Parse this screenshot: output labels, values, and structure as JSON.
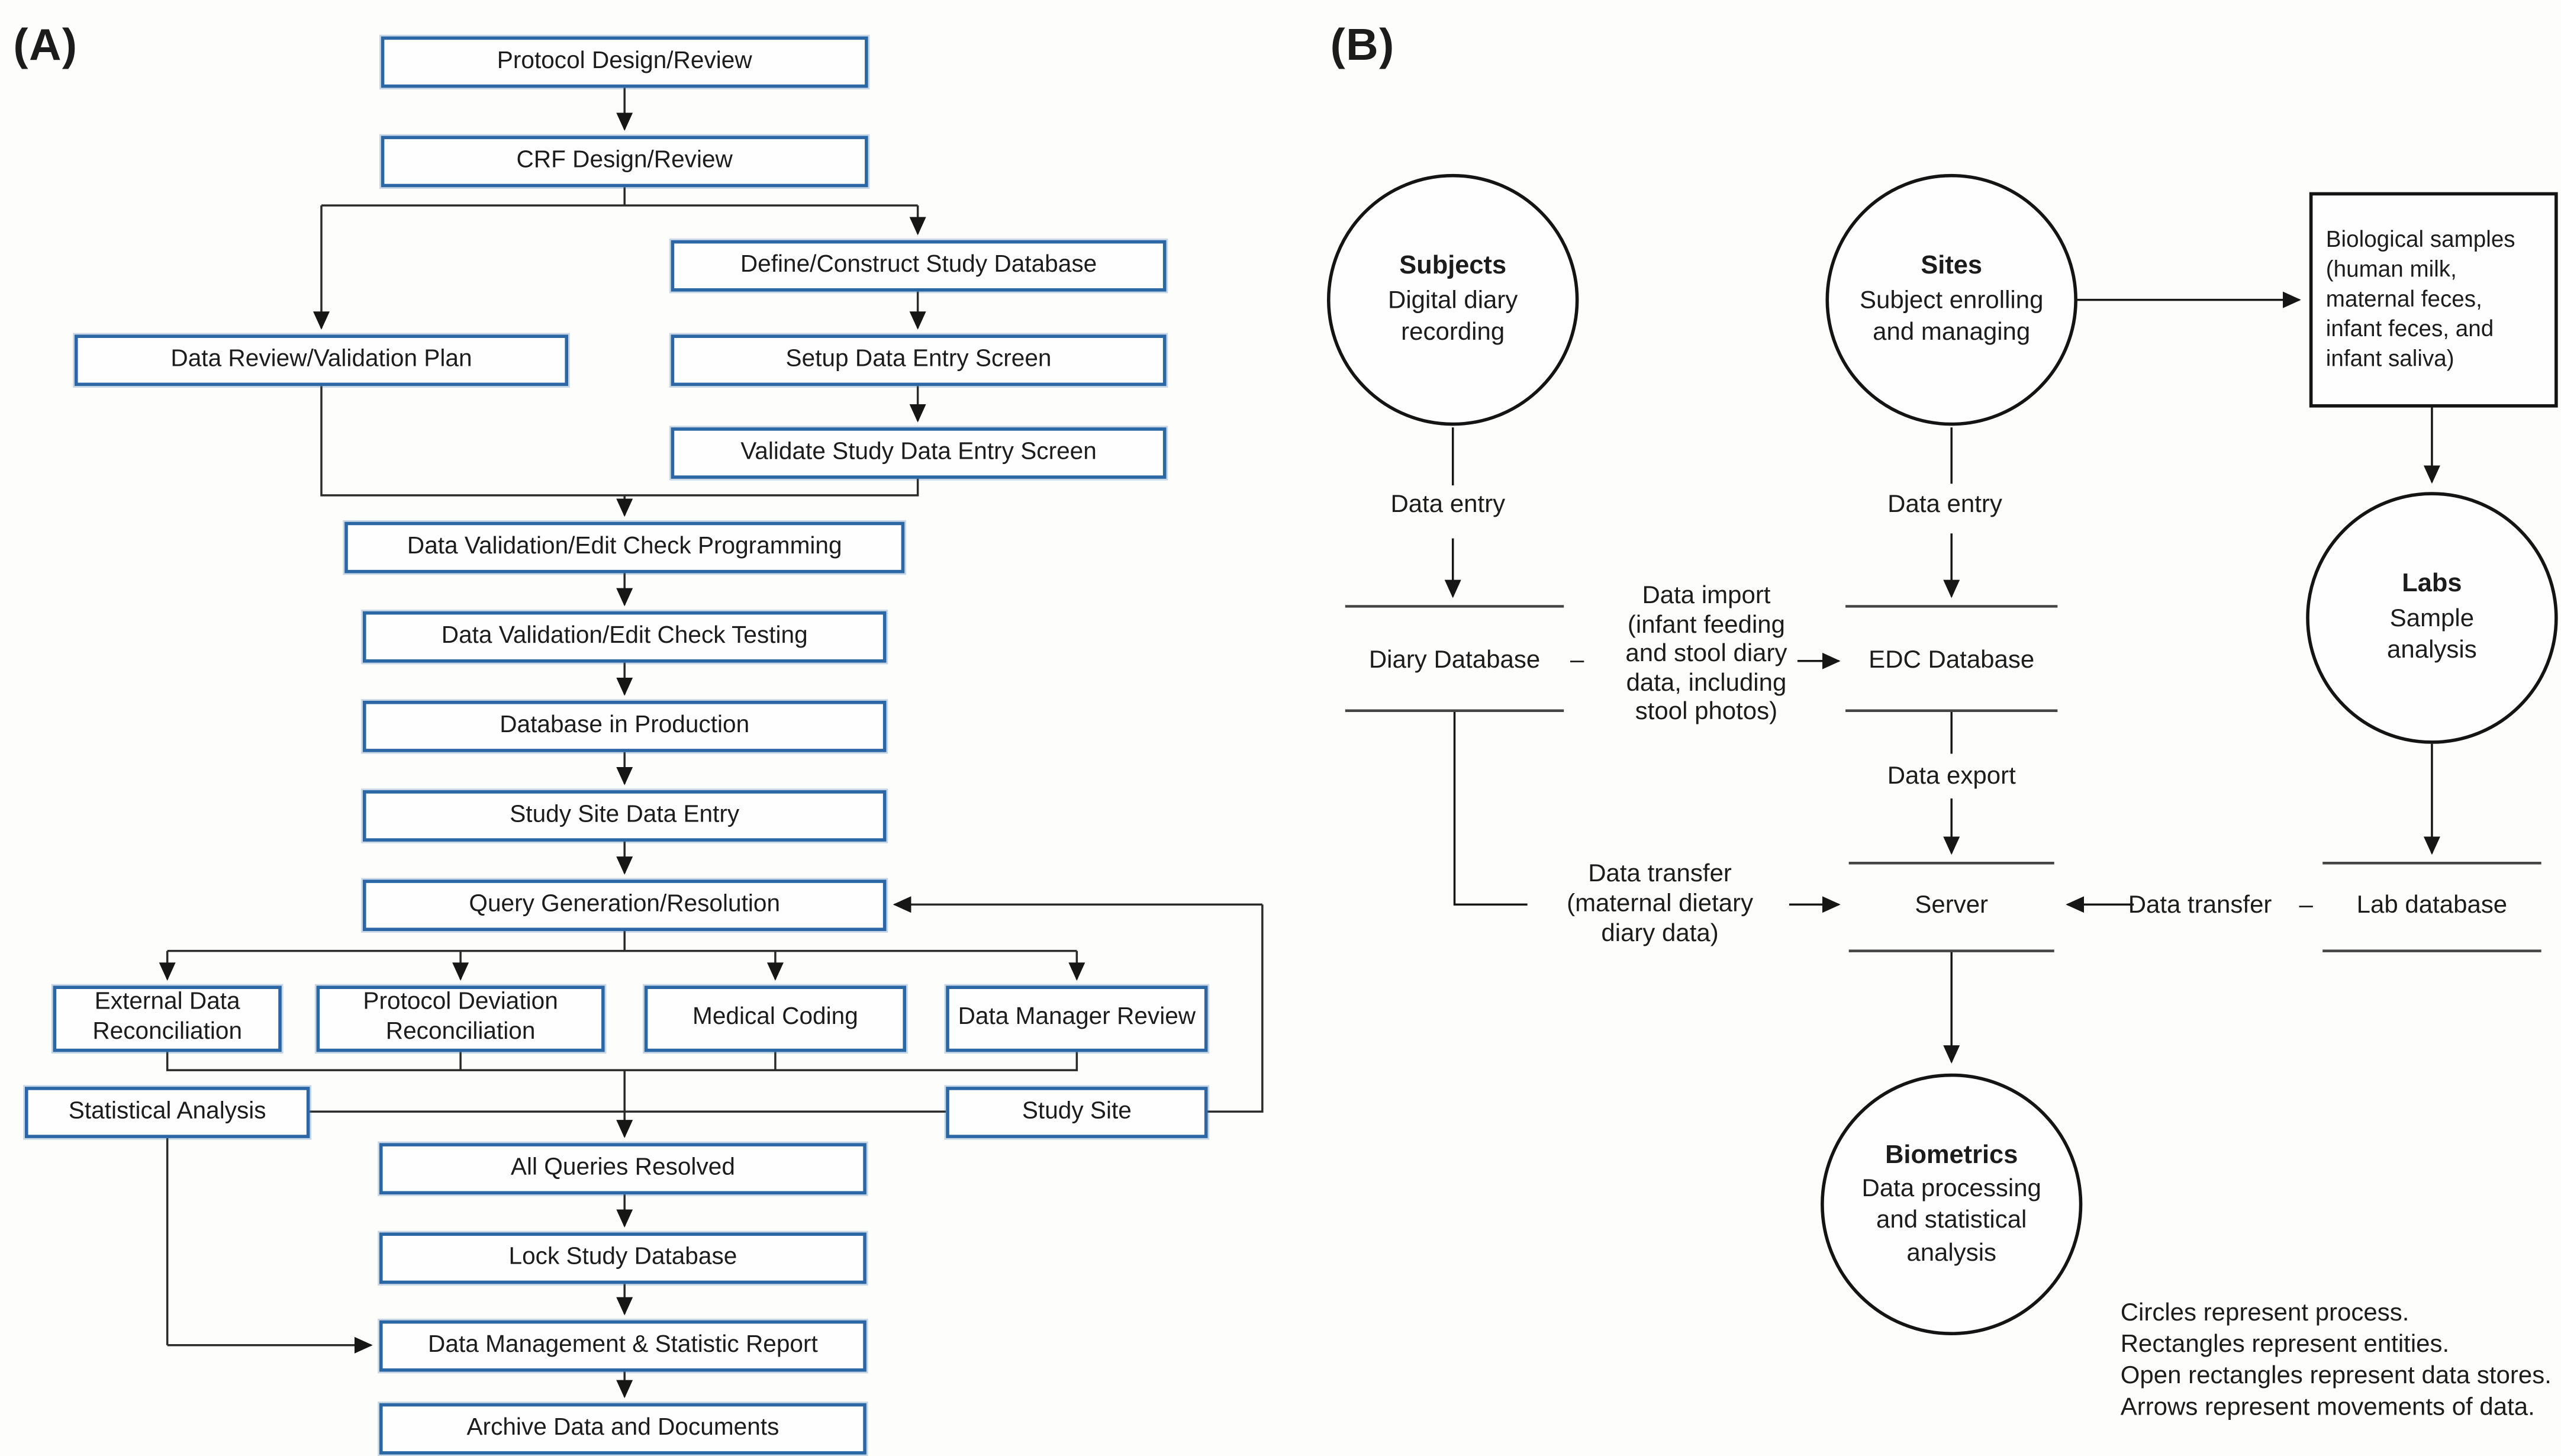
{
  "colors": {
    "box_border": "#2b67a5",
    "line": "#2a2a2a",
    "black": "#141414"
  },
  "panelA": {
    "label": "(A)",
    "nodes": {
      "protocol": "Protocol Design/Review",
      "crf": "CRF Design/Review",
      "define_db": "Define/Construct Study Database",
      "data_review": "Data Review/Validation Plan",
      "setup_entry": "Setup Data Entry Screen",
      "validate_entry": "Validate Study Data Entry Screen",
      "edit_programming": "Data Validation/Edit Check Programming",
      "edit_testing": "Data Validation/Edit Check Testing",
      "production": "Database in Production",
      "site_entry": "Study Site Data Entry",
      "query": "Query Generation/Resolution",
      "external_recon": "External Data Reconciliation",
      "deviation_recon": "Protocol Deviation Reconciliation",
      "medical_coding": "Medical Coding",
      "dm_review": "Data Manager Review",
      "stat_analysis": "Statistical Analysis",
      "study_site": "Study Site",
      "queries_resolved": "All Queries Resolved",
      "lock_db": "Lock Study Database",
      "dm_report": "Data Management & Statistic Report",
      "archive": "Archive Data and Documents"
    }
  },
  "panelB": {
    "label": "(B)",
    "processes": {
      "subjects": {
        "title": "Subjects",
        "desc": "Digital diary\nrecording"
      },
      "sites": {
        "title": "Sites",
        "desc": "Subject enrolling\nand managing"
      },
      "labs": {
        "title": "Labs",
        "desc": "Sample\nanalysis"
      },
      "biometrics": {
        "title": "Biometrics",
        "desc": "Data processing\nand statistical\nanalysis"
      }
    },
    "entities": {
      "bio_samples": "Biological samples\n(human milk,\nmaternal feces,\ninfant feces, and\ninfant saliva)"
    },
    "datastores": {
      "diary": "Diary Database",
      "edc": "EDC Database",
      "server": "Server",
      "lab": "Lab database"
    },
    "flows": {
      "data_entry_subjects": "Data entry",
      "data_entry_sites": "Data entry",
      "data_import": "Data import\n(infant feeding\nand stool diary\ndata, including\nstool photos)",
      "data_export": "Data export",
      "data_transfer_diary": "Data transfer\n(maternal dietary\ndiary data)",
      "data_transfer_lab": "Data transfer",
      "connector_dash": "–"
    },
    "legend": [
      "Circles represent process.",
      "Rectangles represent entities.",
      "Open rectangles represent data stores.",
      "Arrows represent movements of data."
    ]
  }
}
